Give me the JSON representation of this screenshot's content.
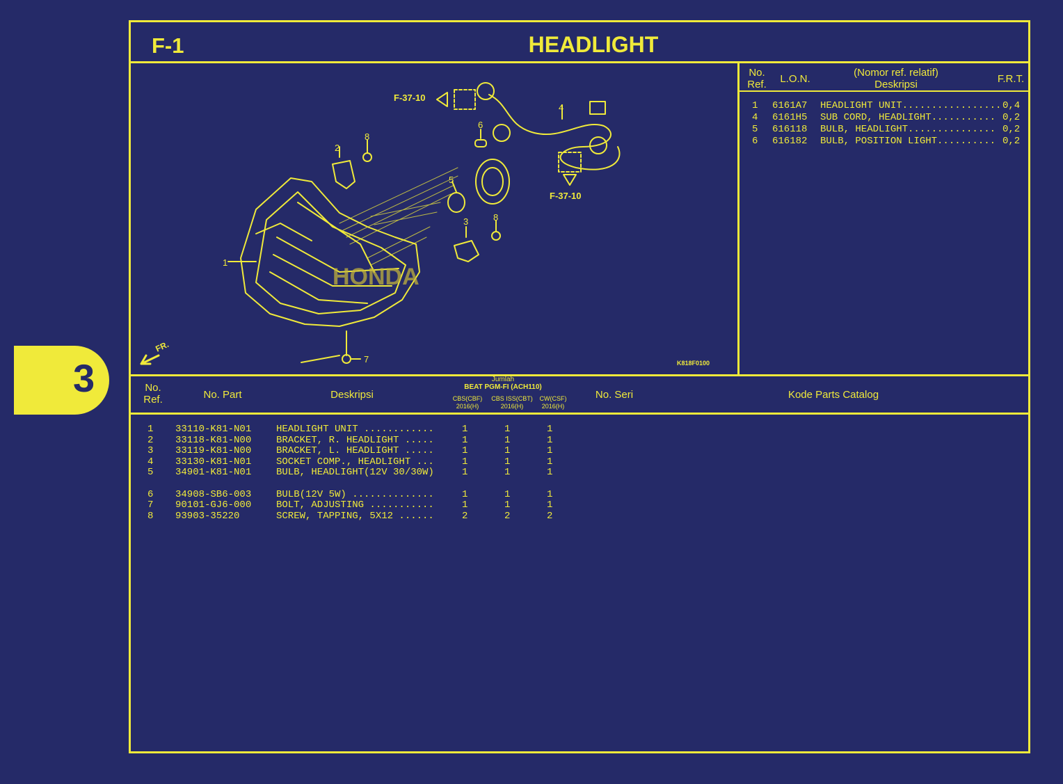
{
  "section_tab": "3",
  "header": {
    "code": "F-1",
    "title": "HEADLIGHT"
  },
  "frt_table": {
    "headers": {
      "ref_line1": "No.",
      "ref_line2": "Ref.",
      "lon": "L.O.N.",
      "desc_line1": "(Nomor ref. relatif)",
      "desc_line2": "Deskripsi",
      "frt": "F.R.T."
    },
    "rows": [
      {
        "ref": "1",
        "lon": "6161A7",
        "desc": "HEADLIGHT UNIT.................",
        "frt": "0,4"
      },
      {
        "ref": "4",
        "lon": "6161H5",
        "desc": "SUB CORD, HEADLIGHT...........",
        "frt": "0,2"
      },
      {
        "ref": "5",
        "lon": "616118",
        "desc": "BULB, HEADLIGHT...............",
        "frt": "0,2"
      },
      {
        "ref": "6",
        "lon": "616182",
        "desc": "BULB, POSITION LIGHT..........",
        "frt": "0,2"
      }
    ]
  },
  "diagram": {
    "callouts": [
      "1",
      "2",
      "3",
      "4",
      "5",
      "6",
      "7",
      "8",
      "8"
    ],
    "refs": [
      "F-37-10",
      "F-37-10"
    ],
    "direction": "FR.",
    "brand": "HONDA",
    "drawing_code": "K818F0100"
  },
  "parts_table": {
    "headers": {
      "ref_line1": "No.",
      "ref_line2": "Ref.",
      "part_no": "No. Part",
      "desc": "Deskripsi",
      "qty": "Jumlah",
      "model": "BEAT PGM-FI (ACH110)",
      "variants": [
        "CBS(CBF)",
        "CBS ISS(CBT)",
        "CW(CSF)"
      ],
      "years": [
        "2016(H)",
        "2016(H)",
        "2016(H)"
      ],
      "serial": "No. Seri",
      "catalog": "Kode Parts Catalog"
    },
    "rows": [
      {
        "ref": "1",
        "part": "33110-K81-N01",
        "desc": "HEADLIGHT UNIT ............",
        "q1": "1",
        "q2": "1",
        "q3": "1"
      },
      {
        "ref": "2",
        "part": "33118-K81-N00",
        "desc": "BRACKET, R. HEADLIGHT .....",
        "q1": "1",
        "q2": "1",
        "q3": "1"
      },
      {
        "ref": "3",
        "part": "33119-K81-N00",
        "desc": "BRACKET, L. HEADLIGHT .....",
        "q1": "1",
        "q2": "1",
        "q3": "1"
      },
      {
        "ref": "4",
        "part": "33130-K81-N01",
        "desc": "SOCKET COMP., HEADLIGHT ...",
        "q1": "1",
        "q2": "1",
        "q3": "1"
      },
      {
        "ref": "5",
        "part": "34901-K81-N01",
        "desc": "BULB, HEADLIGHT(12V 30/30W)",
        "q1": "1",
        "q2": "1",
        "q3": "1"
      },
      {
        "ref": "6",
        "part": "34908-SB6-003",
        "desc": "BULB(12V 5W) ..............",
        "q1": "1",
        "q2": "1",
        "q3": "1"
      },
      {
        "ref": "7",
        "part": "90101-GJ6-000",
        "desc": "BOLT, ADJUSTING ...........",
        "q1": "1",
        "q2": "1",
        "q3": "1"
      },
      {
        "ref": "8",
        "part": "93903-35220",
        "desc": "SCREW, TAPPING, 5X12 ......",
        "q1": "2",
        "q2": "2",
        "q3": "2"
      }
    ]
  },
  "colors": {
    "background": "#252a68",
    "accent": "#f0ea3a"
  }
}
